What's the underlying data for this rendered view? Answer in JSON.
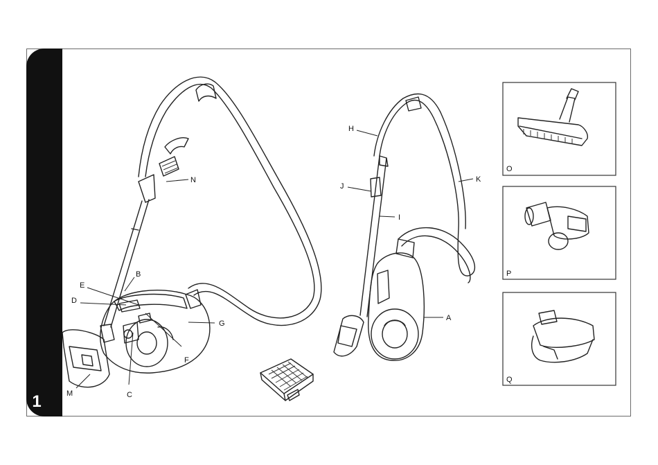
{
  "section_number": "1",
  "labels": {
    "A": "A",
    "B": "B",
    "C": "C",
    "D": "D",
    "E": "E",
    "F": "F",
    "G": "G",
    "H": "H",
    "I": "I",
    "J": "J",
    "K": "K",
    "M": "M",
    "N": "N",
    "O": "O",
    "P": "P",
    "Q": "Q"
  }
}
